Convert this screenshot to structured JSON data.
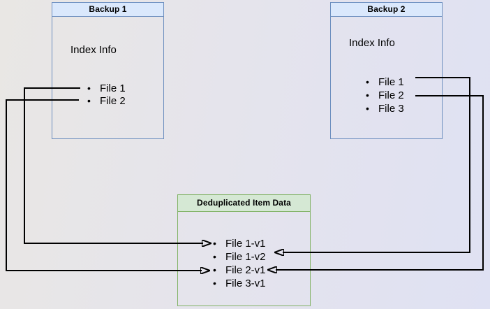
{
  "glyphs": {
    "bullet": "•"
  },
  "colors": {
    "backup_header_fill": "#dae8fc",
    "backup_border": "#6c8ebf",
    "dedup_header_fill": "#d5e8d4",
    "dedup_border": "#82b366",
    "connector": "#000000",
    "background_start": "#e9e7e4",
    "background_end": "#dfe1f3"
  },
  "backup1": {
    "title": "Backup 1",
    "subtitle": "Index Info",
    "files": [
      "File 1",
      "File 2"
    ]
  },
  "backup2": {
    "title": "Backup 2",
    "subtitle": "Index Info",
    "files": [
      "File 1",
      "File 2",
      "File 3"
    ]
  },
  "dedup": {
    "title": "Deduplicated Item Data",
    "items": [
      "File 1-v1",
      "File 1-v2",
      "File 2-v1",
      "File 3-v1"
    ]
  },
  "connections": [
    {
      "from": "Backup 1 / File 1",
      "to": "File 1-v1"
    },
    {
      "from": "Backup 1 / File 2",
      "to": "File 2-v1"
    },
    {
      "from": "Backup 2 / File 1",
      "to": "File 1-v2"
    },
    {
      "from": "Backup 2 / File 2",
      "to": "File 2-v1"
    }
  ]
}
